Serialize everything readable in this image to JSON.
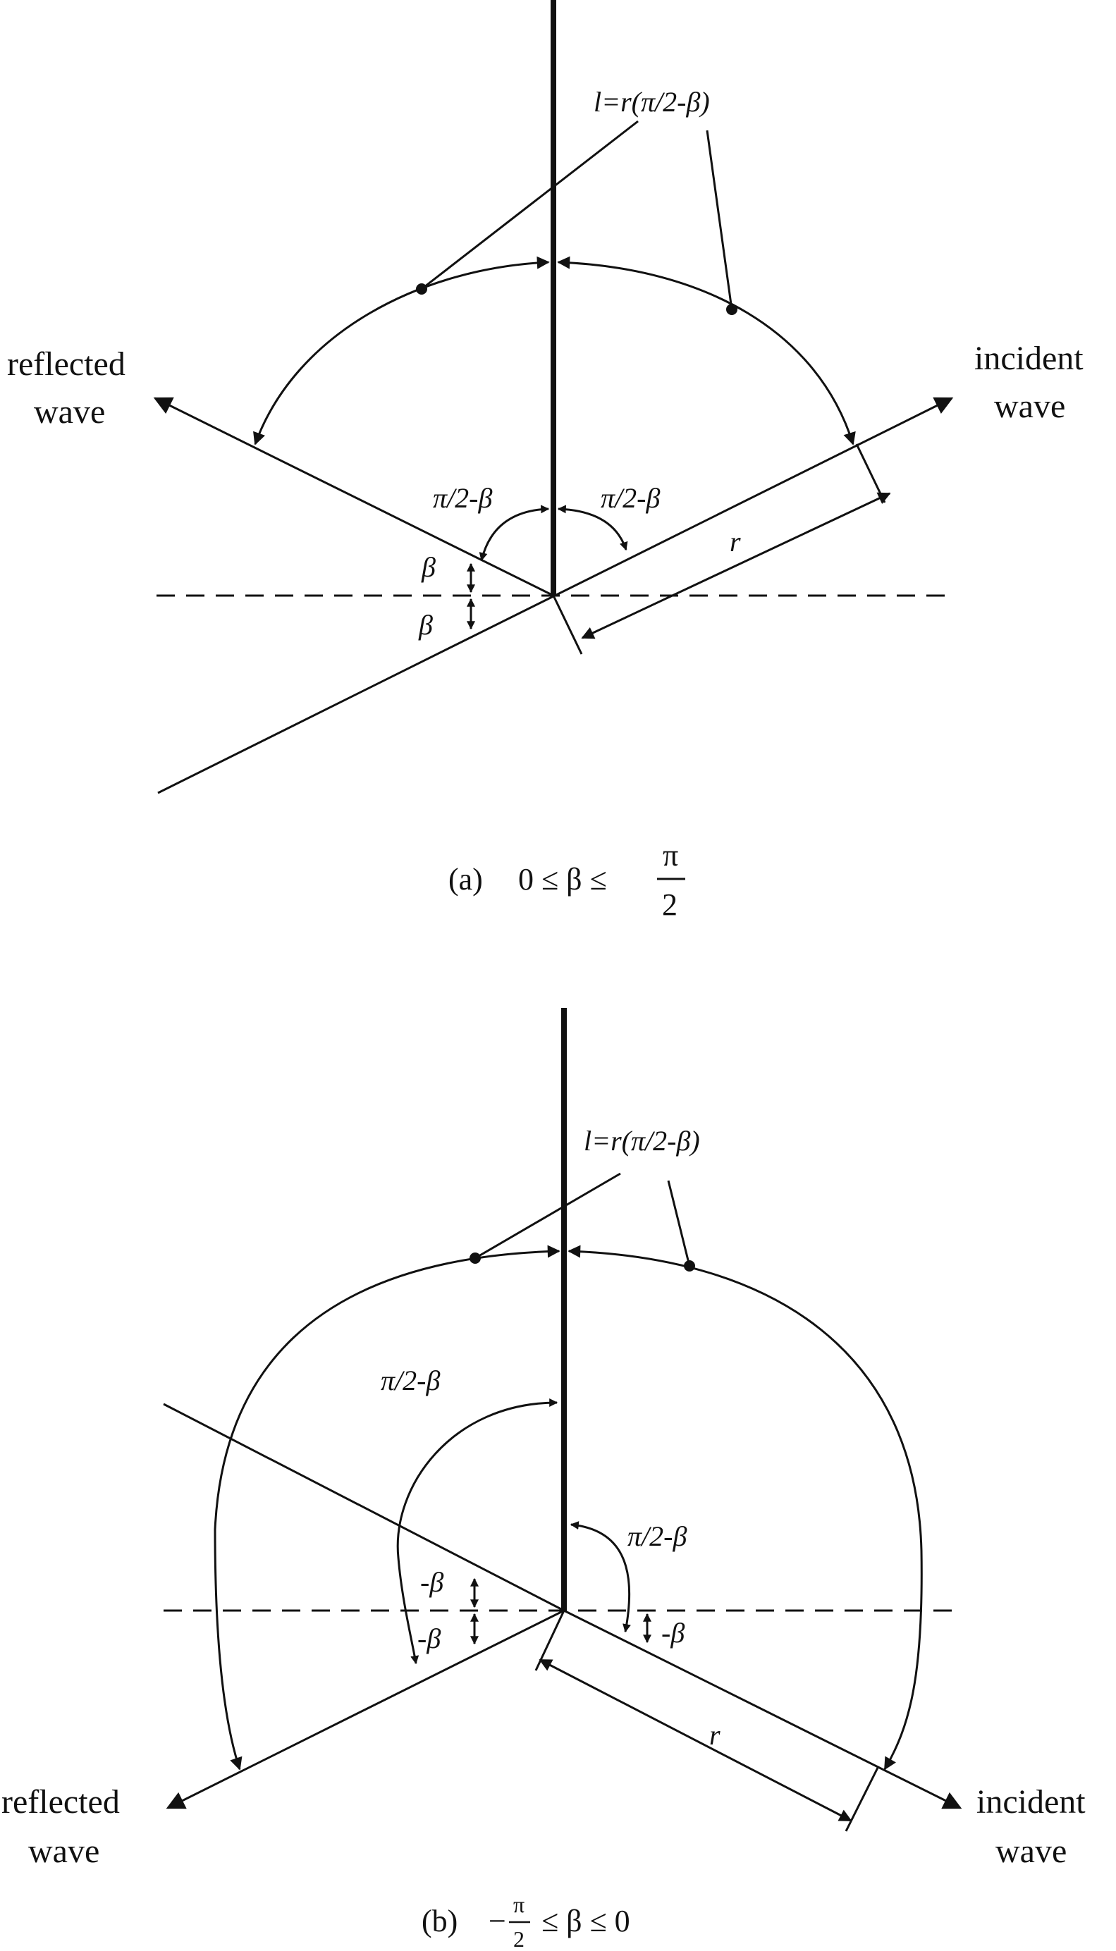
{
  "panel_a": {
    "arc_length_label": "l=r(π/2-β)",
    "reflected_label": [
      "reflected",
      "wave"
    ],
    "incident_label": [
      "incident",
      "wave"
    ],
    "angle_left_label": "π/2-β",
    "angle_right_label": "π/2-β",
    "beta_upper_label": "β",
    "beta_lower_label": "β",
    "radius_label": "r",
    "caption_prefix": "(a)",
    "caption_expr": "0 ≤ β ≤",
    "caption_frac_num": "π",
    "caption_frac_den": "2"
  },
  "panel_b": {
    "arc_length_label": "l=r(π/2-β)",
    "reflected_label": [
      "reflected",
      "wave"
    ],
    "incident_label": [
      "incident",
      "wave"
    ],
    "angle_upper_label": "π/2-β",
    "angle_right_label": "π/2-β",
    "neg_beta_upper_label": "-β",
    "neg_beta_lower_label": "-β",
    "neg_beta_right_label": "-β",
    "radius_label": "r",
    "caption_prefix": "(b)",
    "caption_minus": "−",
    "caption_frac_num": "π",
    "caption_frac_den": "2",
    "caption_expr": "≤ β ≤ 0"
  }
}
